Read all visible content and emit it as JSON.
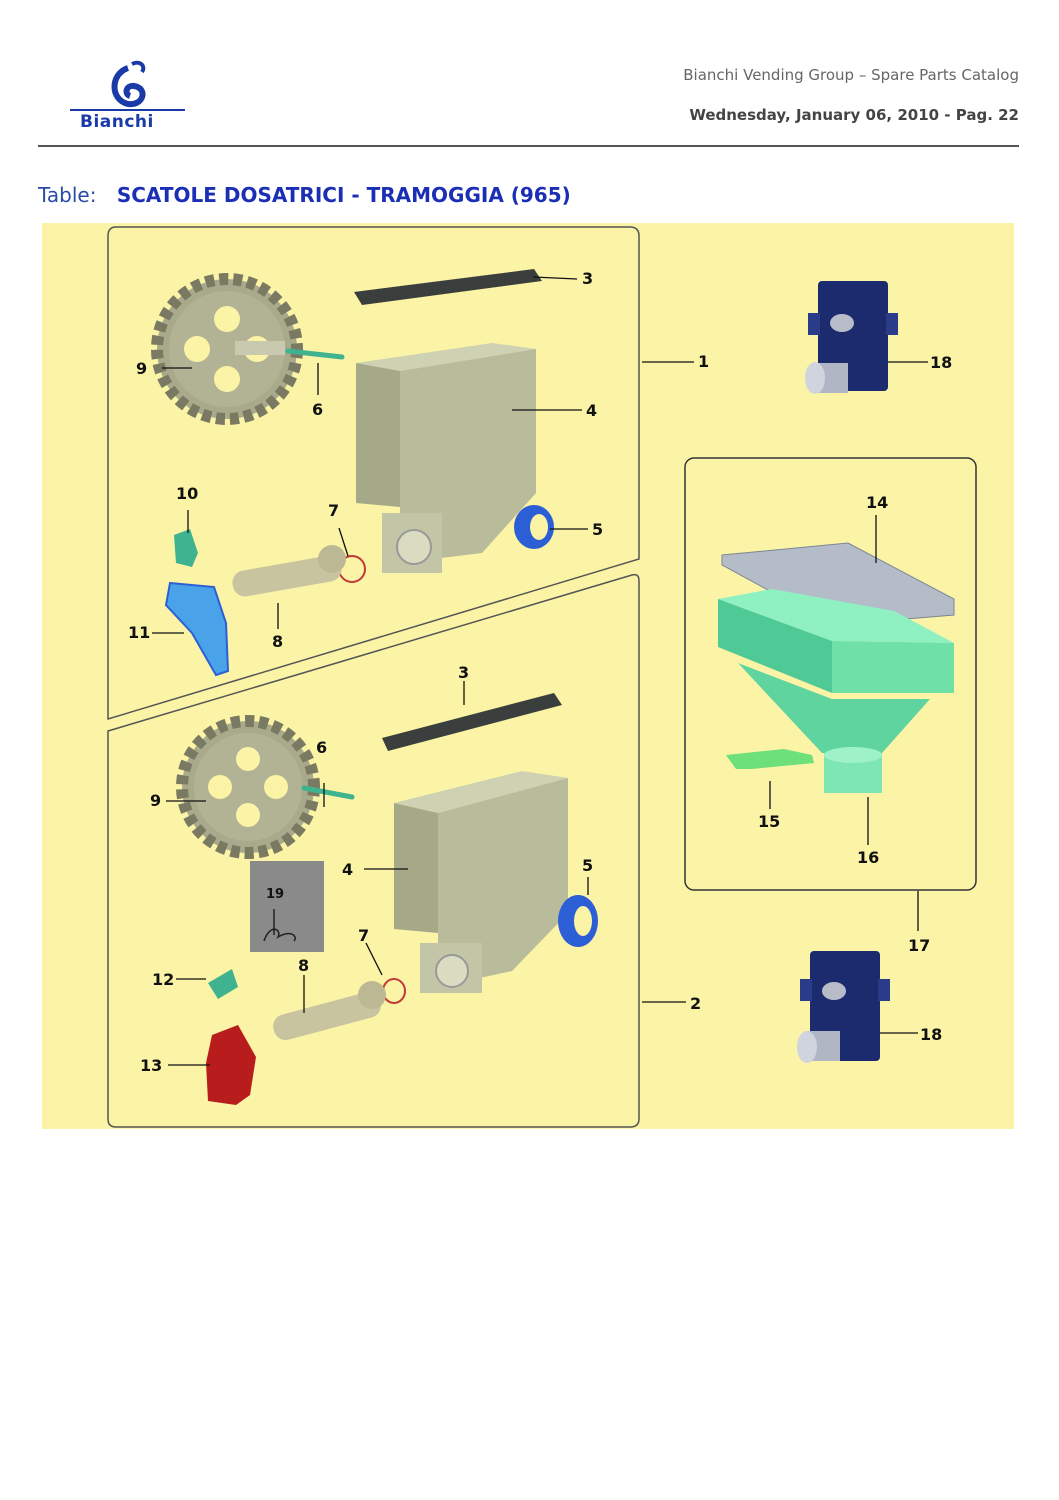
{
  "header": {
    "company": "Bianchi Vending Group – Spare Parts Catalog",
    "date_page": "Wednesday, January 06, 2010 - Pag.  22",
    "logo_text": "Bianchi"
  },
  "table": {
    "label": "Table:",
    "title": "SCATOLE DOSATRICI - TRAMOGGIA (965)"
  },
  "diagram": {
    "callouts": {
      "c1": "1",
      "c2": "2",
      "c3a": "3",
      "c4a": "4",
      "c5a": "5",
      "c6a": "6",
      "c7a": "7",
      "c8a": "8",
      "c9a": "9",
      "c10": "10",
      "c11": "11",
      "c3b": "3",
      "c4b": "4",
      "c5b": "5",
      "c6b": "6",
      "c7b": "7",
      "c8b": "8",
      "c9b": "9",
      "c12": "12",
      "c13": "13",
      "c14": "14",
      "c15": "15",
      "c16": "16",
      "c17": "17",
      "c18a": "18",
      "c18b": "18",
      "c19": "19"
    },
    "colors": {
      "background": "#fbf3a6",
      "hopper": "#b8bc9a",
      "gear": "#a9a98c",
      "gasket": "#3a3f3d",
      "blue_part": "#2c5fd6",
      "teal_part": "#3fb38f",
      "green_hopper": "#6fe0a8",
      "navy_motor": "#1c2a6e",
      "red_part": "#b81c1c"
    }
  }
}
